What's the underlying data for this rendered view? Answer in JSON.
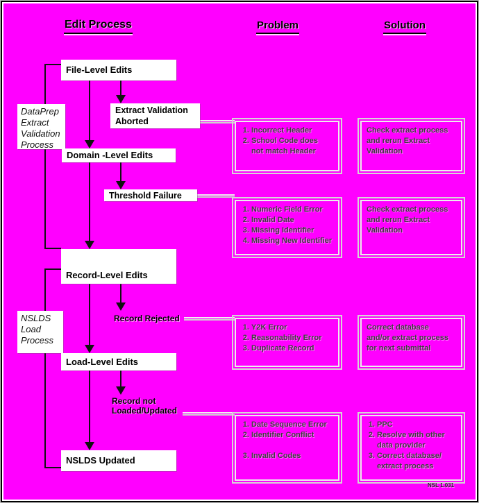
{
  "title": "Edit Process",
  "columns": {
    "problem": "Problem",
    "solution": "Solution"
  },
  "footer_ref": "NSL 1.031",
  "side_labels": {
    "dataprep": "DataPrep\nExtract\nValidation\nProcess",
    "nslds": "NSLDS\nLoad\nProcess"
  },
  "flow": {
    "file_level": "File-Level Edits",
    "extract_aborted": "Extract Validation\nAborted",
    "domain_level": "Domain -Level Edits",
    "threshold": "Threshold Failure",
    "record_level": "Record-Level Edits",
    "record_rejected": "Record Rejected",
    "load_level": "Load-Level Edits",
    "record_not_loaded": "Record not\nLoaded/Updated",
    "nslds_updated": "NSLDS Updated"
  },
  "rows": [
    {
      "problems": [
        "Incorrect Header",
        "School Code does\nnot match Header"
      ],
      "solution_text": "Check extract process\nand rerun Extract\nValidation"
    },
    {
      "problems": [
        "Numeric Field Error",
        "Invalid Date",
        "Missing Identifier",
        "Missing New Identifier"
      ],
      "solution_text": "Check extract process\nand rerun Extract\nValidation"
    },
    {
      "problems": [
        "Y2K Error",
        "Reasonability Error",
        "Duplicate Record"
      ],
      "solution_text": "Correct database\nand/or extract process\nfor next submittal"
    },
    {
      "problems": [
        "Date Sequence Error",
        "Identifier Conflict",
        "Invalid Codes"
      ],
      "solutions": [
        "PPC",
        "Resolve with other\ndata provider",
        "Correct database/\nextract process"
      ]
    }
  ]
}
